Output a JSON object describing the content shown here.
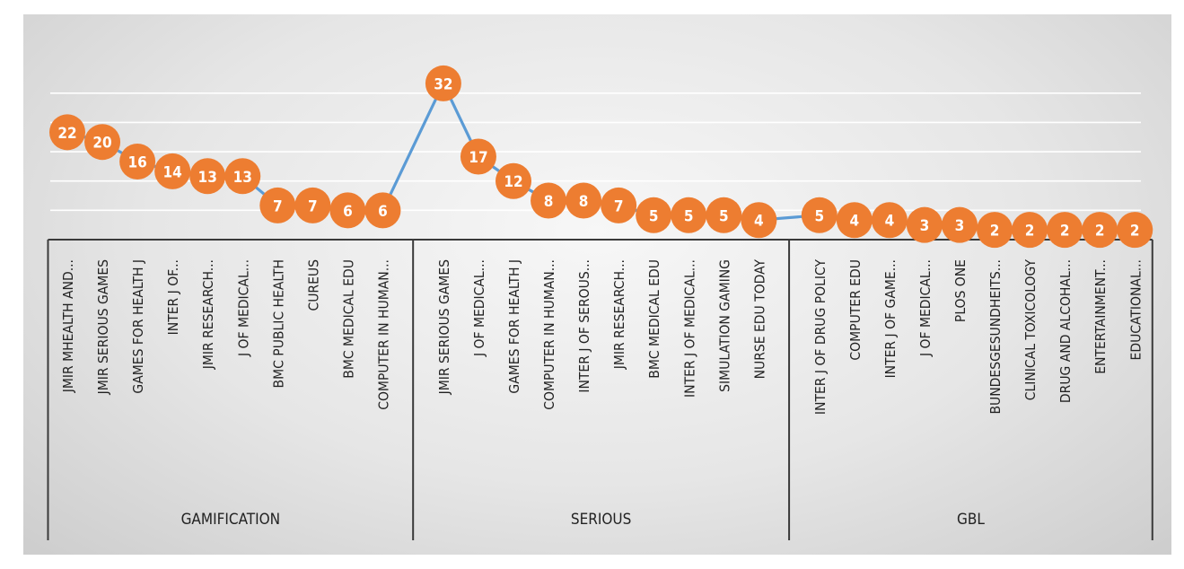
{
  "chart_data": {
    "type": "line",
    "ylim": [
      0,
      34
    ],
    "grid": true,
    "groups": [
      {
        "name": "GAMIFICATION",
        "categories": [
          "JMIR MHEALTH AND...",
          "JMIR SERIOUS GAMES",
          "GAMES FOR HEALTH J",
          "INTER J OF...",
          "JMIR RESEARCH...",
          "J OF MEDICAL...",
          "BMC PUBLIC HEALTH",
          "CUREUS",
          "BMC MEDICAL EDU",
          "COMPUTER IN HUMAN..."
        ],
        "values": [
          22,
          20,
          16,
          14,
          13,
          13,
          7,
          7,
          6,
          6
        ]
      },
      {
        "name": "SERIOUS",
        "categories": [
          "JMIR SERIOUS GAMES",
          "J OF MEDICAL...",
          "GAMES FOR HEALTH J",
          "COMPUTER IN HUMAN...",
          "INTER J OF SEROUS...",
          "JMIR RESEARCH...",
          "BMC MEDICAL EDU",
          "INTER J OF MEDICAL...",
          "SIMULATION GAMING",
          "NURSE EDU TODAY"
        ],
        "values": [
          32,
          17,
          12,
          8,
          8,
          7,
          5,
          5,
          5,
          4
        ]
      },
      {
        "name": "GBL",
        "categories": [
          "INTER J OF DRUG POLICY",
          "COMPUTER EDU",
          "INTER J OF GAME...",
          "J OF MEDICAL...",
          "PLOS ONE",
          "BUNDESGESUNDHEITS...",
          "CLINICAL TOXICOLOGY",
          "DRUG AND ALCOHAL...",
          "ENTERTAINMENT...",
          "EDUCATIONAL..."
        ],
        "values": [
          5,
          4,
          4,
          3,
          3,
          2,
          2,
          2,
          2,
          2
        ]
      }
    ],
    "colors": {
      "line": "#5b9bd5",
      "marker": "#ed7d31",
      "label": "#ffffff",
      "axis": "#3a3a3a",
      "grid": "#ffffff"
    }
  }
}
